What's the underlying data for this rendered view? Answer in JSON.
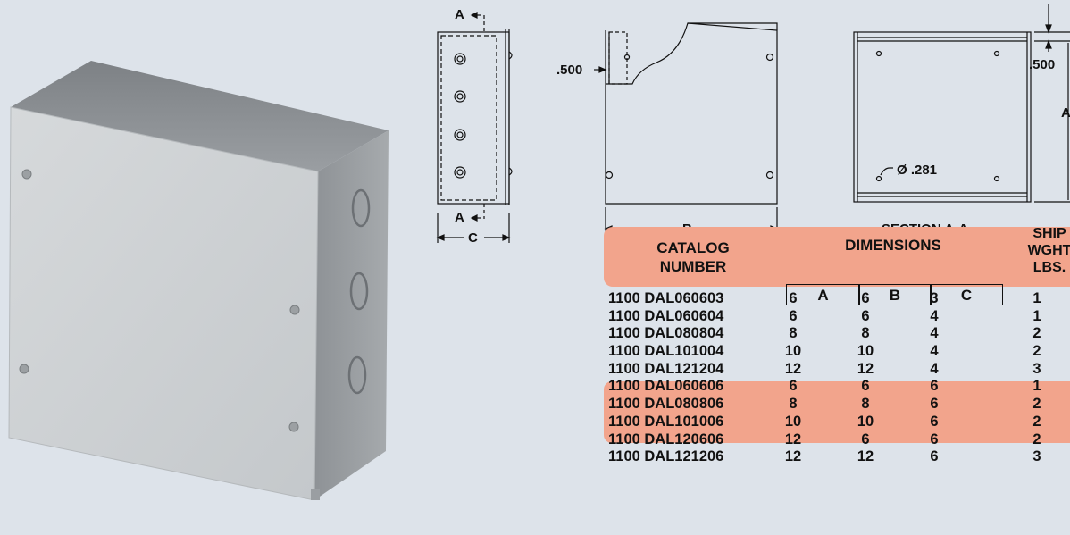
{
  "drawing": {
    "side_view_labels": {
      "top_a": "A",
      "bottom_a": "A",
      "depth": "C"
    },
    "front_view_labels": {
      "flange": ".500",
      "width": "B"
    },
    "section_view": {
      "title": "SECTION A-A",
      "flange": ".500",
      "height": "A",
      "hole": "Ø .281"
    }
  },
  "table": {
    "headers": {
      "catalog_line1": "CATALOG",
      "catalog_line2": "NUMBER",
      "dimensions": "DIMENSIONS",
      "a": "A",
      "b": "B",
      "c": "C",
      "ship_line1": "SHIP",
      "ship_line2": "WGHT",
      "ship_line3": "LBS."
    },
    "highlight_color": "#f2a48c",
    "rows": [
      {
        "catalog": "1100 DAL060603",
        "a": "6",
        "b": "6",
        "c": "3",
        "wght": "1"
      },
      {
        "catalog": "1100 DAL060604",
        "a": "6",
        "b": "6",
        "c": "4",
        "wght": "1"
      },
      {
        "catalog": "1100 DAL080804",
        "a": "8",
        "b": "8",
        "c": "4",
        "wght": "2"
      },
      {
        "catalog": "1100 DAL101004",
        "a": "10",
        "b": "10",
        "c": "4",
        "wght": "2"
      },
      {
        "catalog": "1100 DAL121204",
        "a": "12",
        "b": "12",
        "c": "4",
        "wght": "3"
      },
      {
        "catalog": "1100 DAL060606",
        "a": "6",
        "b": "6",
        "c": "6",
        "wght": "1"
      },
      {
        "catalog": "1100 DAL080806",
        "a": "8",
        "b": "8",
        "c": "6",
        "wght": "2"
      },
      {
        "catalog": "1100 DAL101006",
        "a": "10",
        "b": "10",
        "c": "6",
        "wght": "2"
      },
      {
        "catalog": "1100 DAL120606",
        "a": "12",
        "b": "6",
        "c": "6",
        "wght": "2"
      },
      {
        "catalog": "1100 DAL121206",
        "a": "12",
        "b": "12",
        "c": "6",
        "wght": "3"
      }
    ]
  }
}
